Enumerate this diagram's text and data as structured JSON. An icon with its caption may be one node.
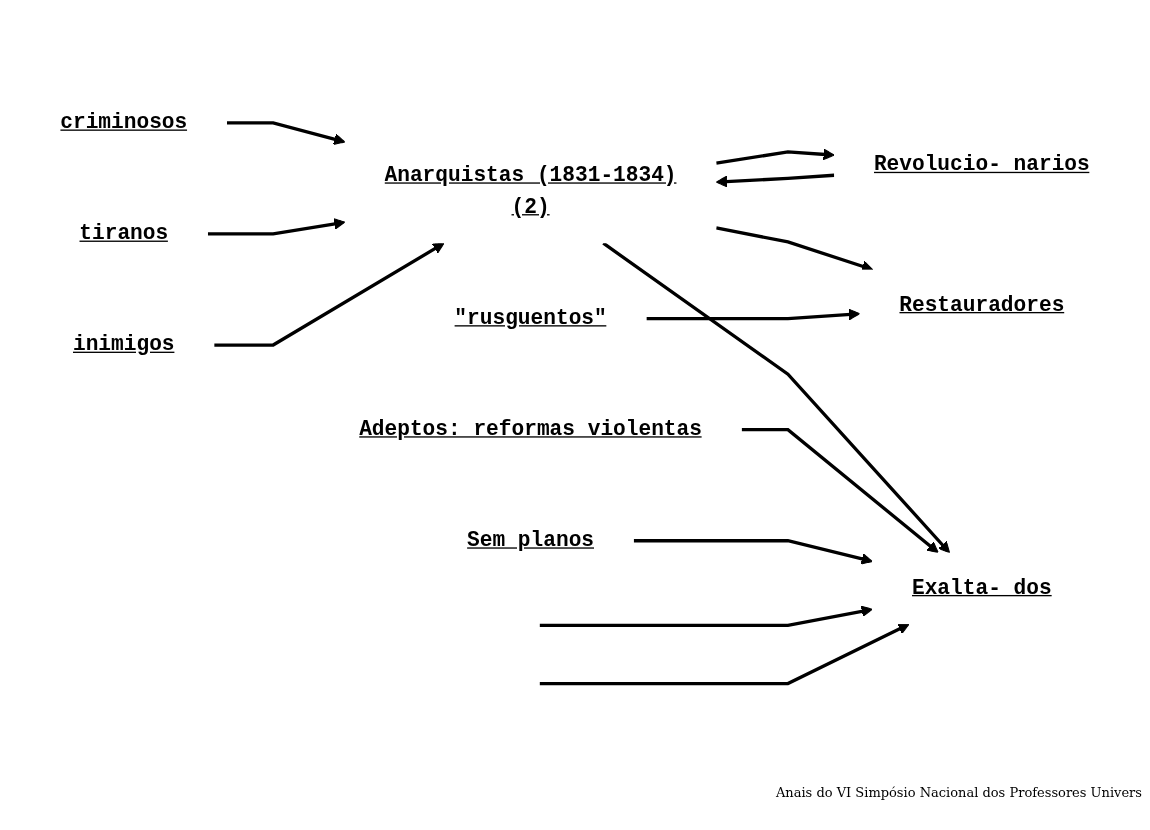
{
  "diagram": {
    "nodes": [
      {
        "text": [
          "criminosos"
        ]
      },
      {
        "text": [
          "tiranos"
        ]
      },
      {
        "text": [
          "inimigos"
        ]
      },
      {
        "text": [
          "Anarquistas (1831-1834)",
          "(2)"
        ]
      },
      {
        "text": [
          "Revolucio- narios"
        ]
      },
      {
        "text": [
          "Restauradores"
        ]
      },
      {
        "text": [
          "\"rusguentos\""
        ]
      },
      {
        "text": [
          "Adeptos: reformas violentas"
        ]
      },
      {
        "text": [
          "Exalta- dos"
        ]
      },
      {
        "text": [
          "Sem planos"
        ]
      }
    ],
    "edges": [
      {
        "from": 0,
        "to": 3,
        "arrow": "to"
      },
      {
        "from": 1,
        "to": 3,
        "arrow": "to"
      },
      {
        "from": 2,
        "to": 3,
        "arrow": "to"
      },
      {
        "from": 3,
        "to": 4,
        "arrow": "to"
      },
      {
        "from": 4,
        "to": 3,
        "arrow": "to"
      },
      {
        "from": 3,
        "to": 5,
        "arrow": "to"
      },
      {
        "from": 3,
        "to": 8,
        "arrow": "to"
      },
      {
        "from": 6,
        "to": 5,
        "arrow": "to"
      },
      {
        "from": 7,
        "to": 8,
        "arrow": "to"
      },
      {
        "from": 9,
        "to": 8,
        "arrow": "to"
      },
      {
        "from": null,
        "to": 8,
        "arrow": "to"
      },
      {
        "from": null,
        "to": 8,
        "arrow": "to"
      }
    ],
    "labels": [
      "Anais do VI Simpósio Nacional dos Professores Univers"
    ]
  }
}
